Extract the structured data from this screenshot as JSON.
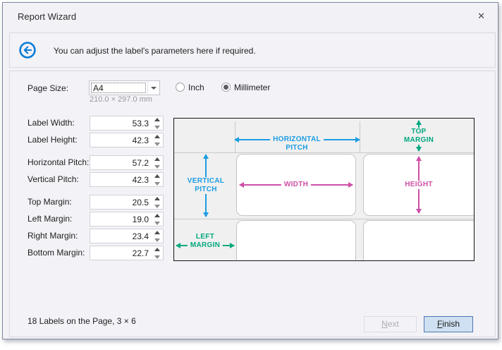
{
  "colors": {
    "pitch": "#1b9de2",
    "margin": "#00a87e",
    "size": "#ce4fa6",
    "accent": "#4d79b0",
    "accent_bg": "#cfe0f2",
    "icon_blue": "#0c7cd6"
  },
  "window": {
    "title": "Report Wizard",
    "close": "✕"
  },
  "banner": {
    "message": "You can adjust the label's parameters here if required."
  },
  "page_size": {
    "label": "Page Size:",
    "value": "A4",
    "dimensions": "210.0 × 297.0 mm",
    "unit_inch": {
      "label": "Inch",
      "selected": false
    },
    "unit_mm": {
      "label": "Millimeter",
      "selected": true
    }
  },
  "fields": [
    {
      "label": "Label Width:",
      "value": "53.3"
    },
    {
      "label": "Label Height:",
      "value": "42.3"
    },
    {
      "label": "Horizontal Pitch:",
      "value": "57.2"
    },
    {
      "label": "Vertical Pitch:",
      "value": "42.3"
    },
    {
      "label": "Top Margin:",
      "value": "20.5"
    },
    {
      "label": "Left Margin:",
      "value": "19.0"
    },
    {
      "label": "Right Margin:",
      "value": "23.4"
    },
    {
      "label": "Bottom Margin:",
      "value": "22.7"
    }
  ],
  "diagram": {
    "horizontal_pitch": [
      "HORIZONTAL",
      "PITCH"
    ],
    "vertical_pitch": [
      "VERTICAL",
      "PITCH"
    ],
    "top_margin": [
      "TOP",
      "MARGIN"
    ],
    "left_margin": [
      "LEFT",
      "MARGIN"
    ],
    "width": "WIDTH",
    "height": "HEIGHT"
  },
  "footer": {
    "status": "18 Labels on the Page, 3 × 6",
    "next": "Next",
    "finish": "Finish"
  }
}
